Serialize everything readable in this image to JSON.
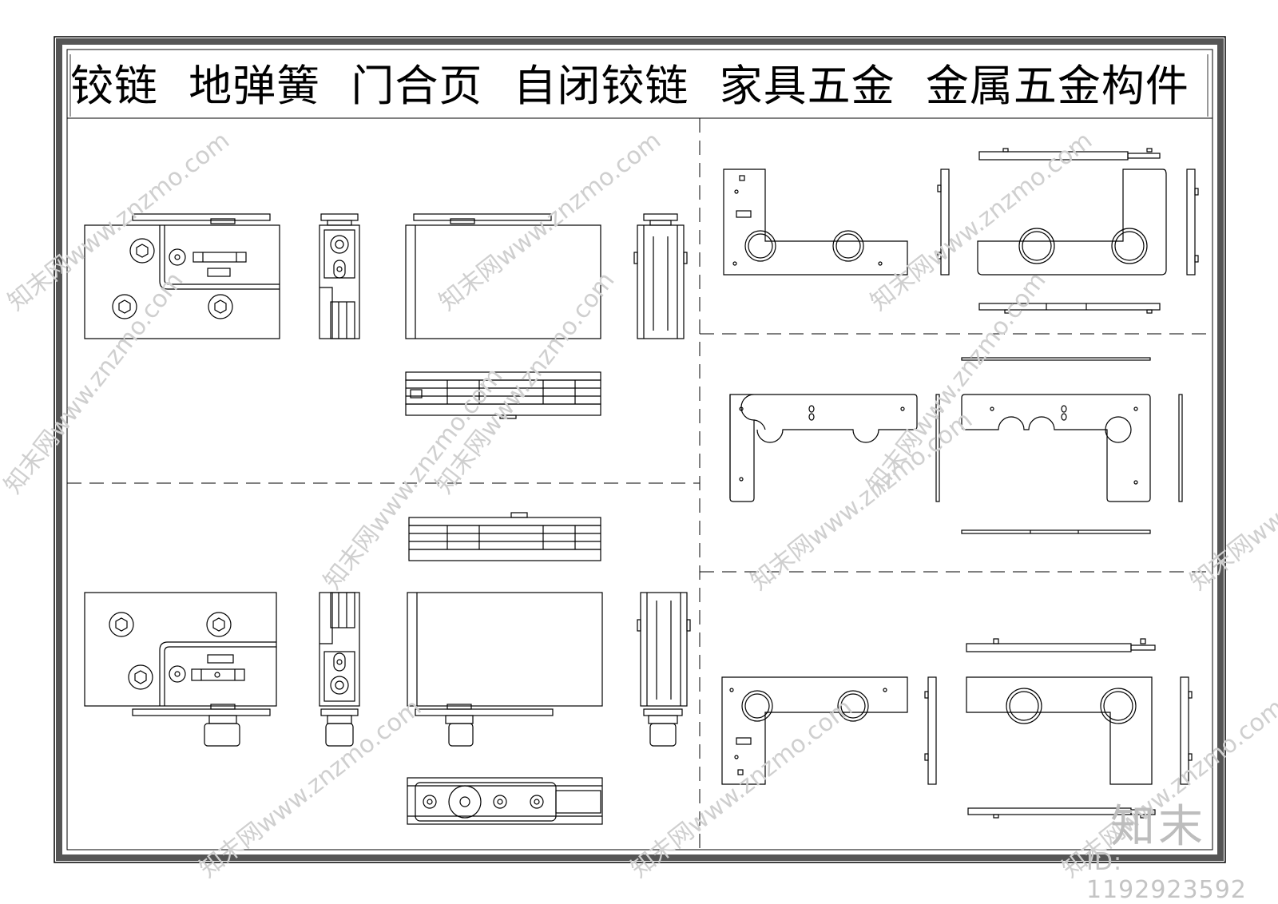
{
  "title": "铰链  地弹簧  门合页  自闭铰链  家具五金  金属五金构件",
  "watermark": {
    "text": "知末网www.znzmo.com",
    "brand": "知末",
    "id": "ID: 1192923592"
  },
  "colors": {
    "frame": "#555555",
    "line": "#000000",
    "watermark": "#cfcfcf",
    "background": "#ffffff"
  }
}
